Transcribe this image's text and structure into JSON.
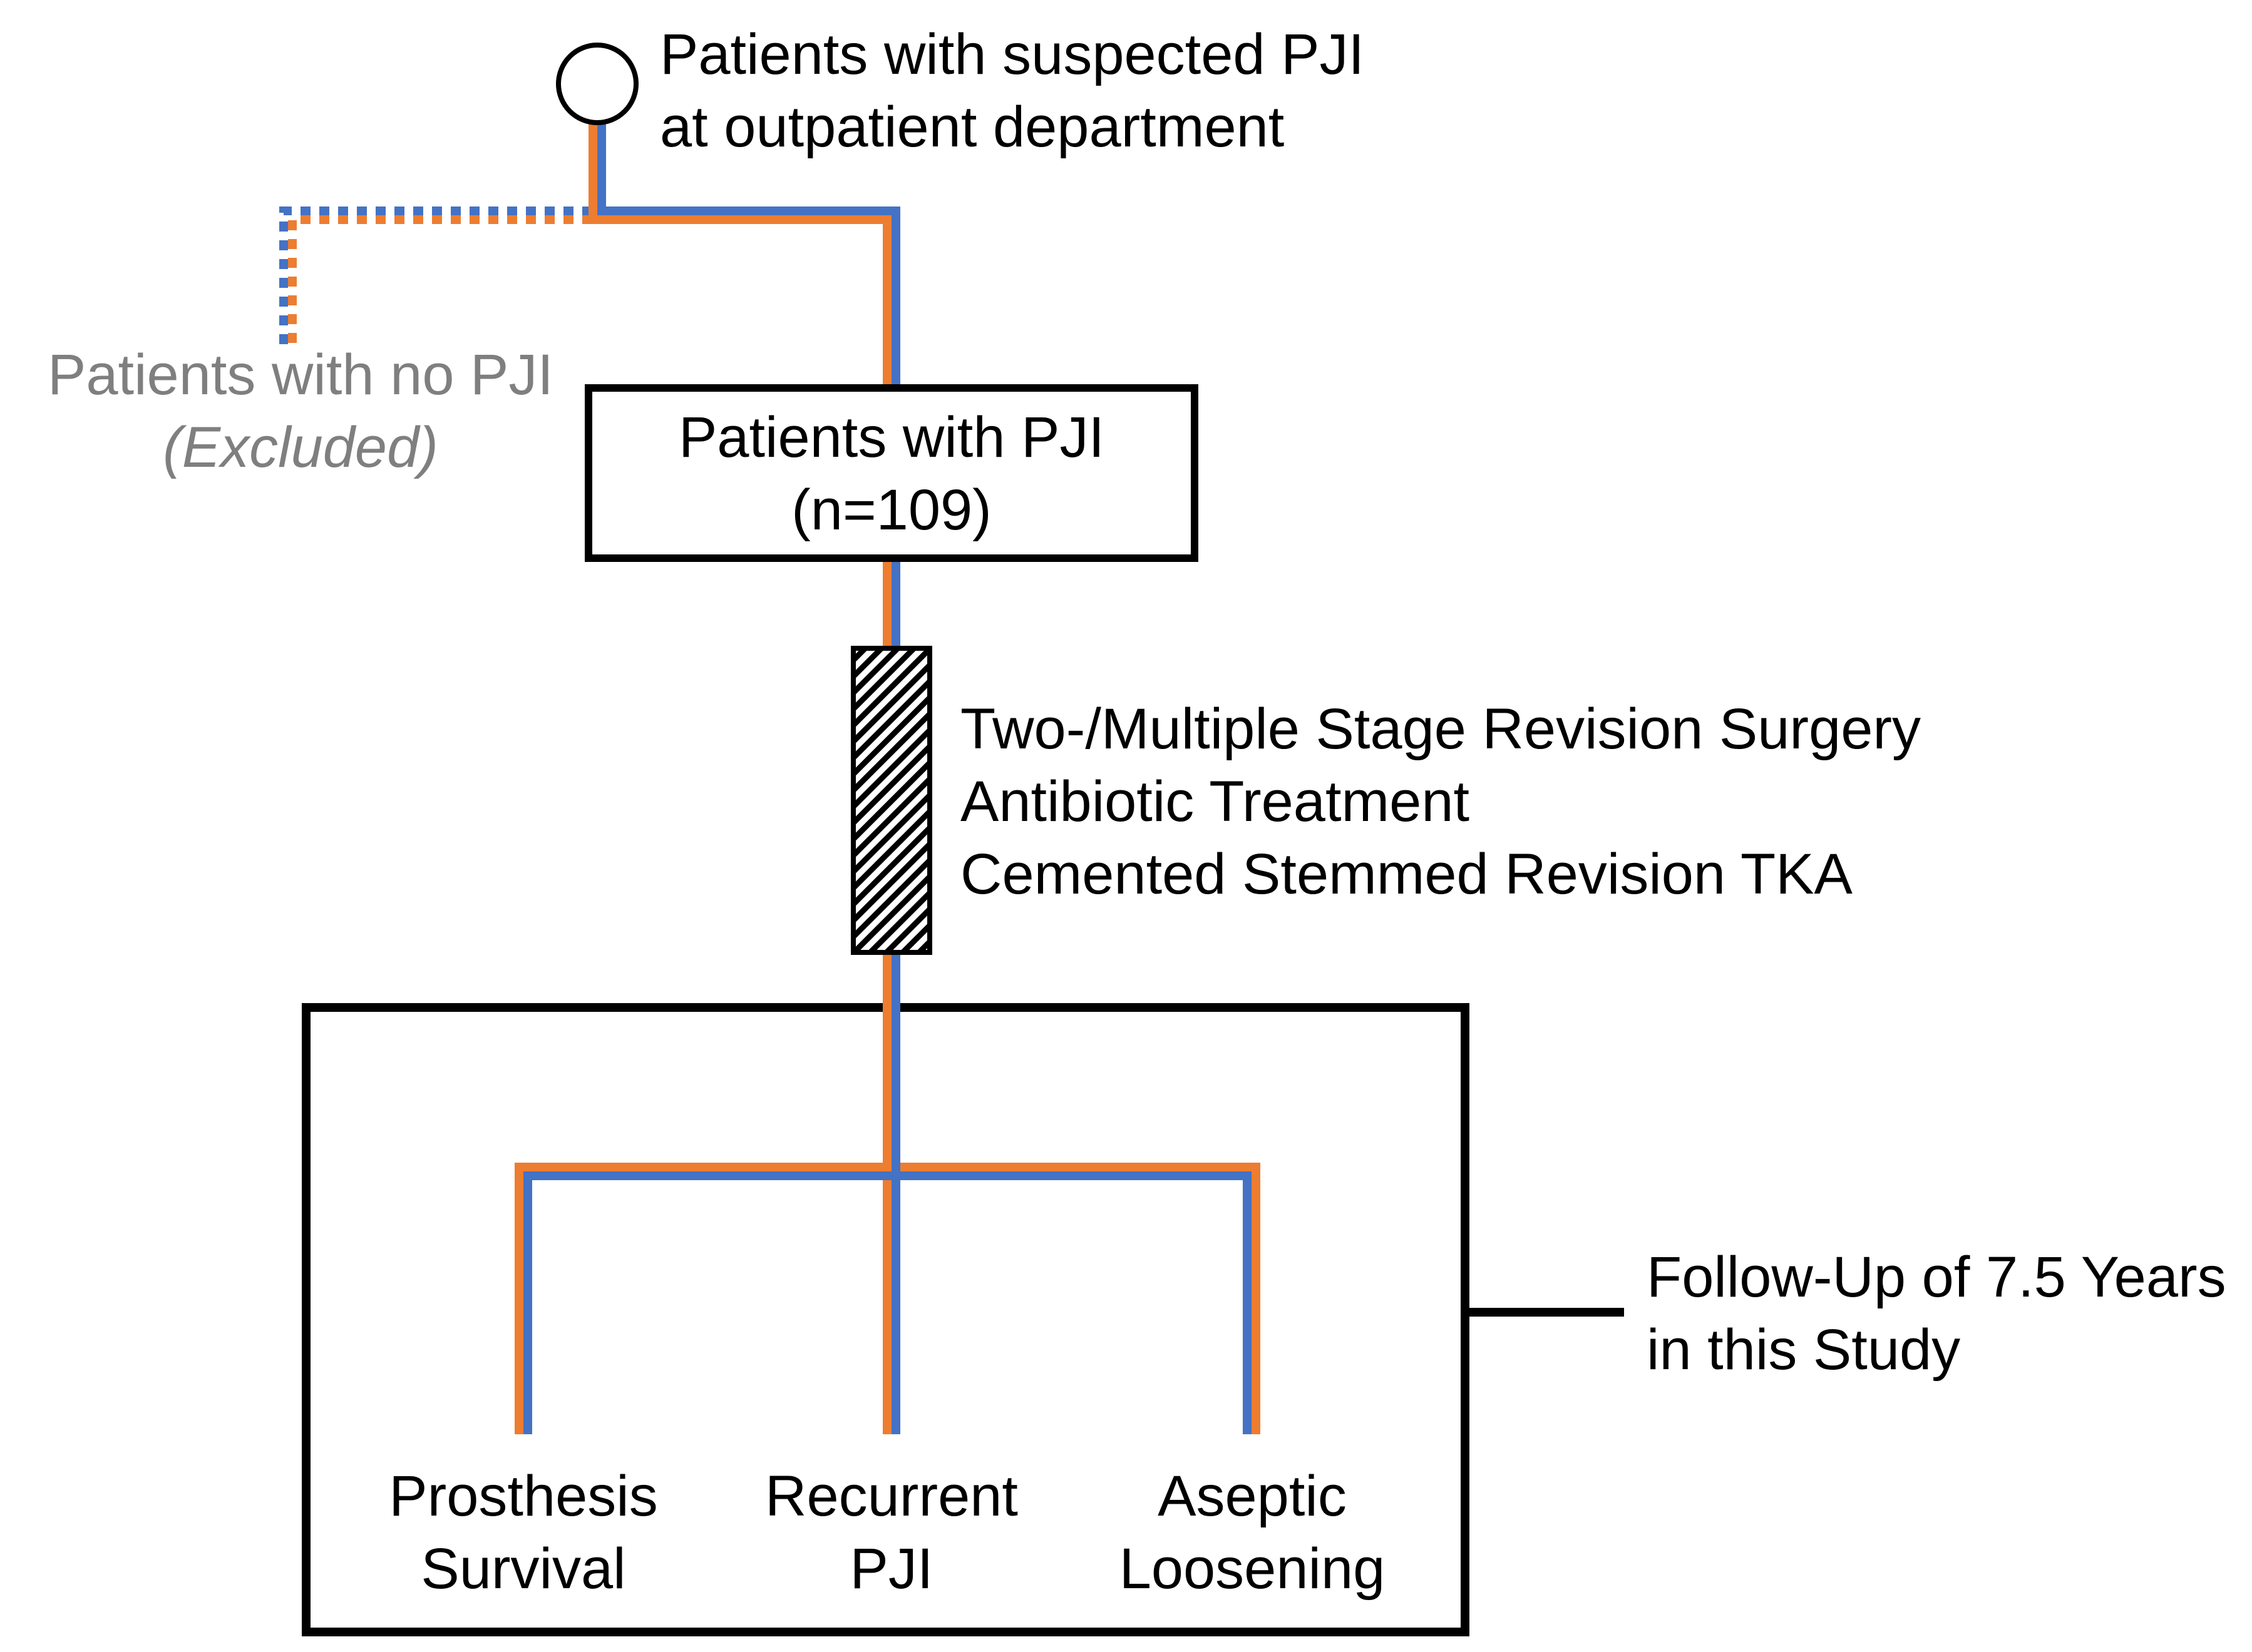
{
  "palette": {
    "orange": "#ED7D31",
    "blue": "#4472C4",
    "gray": "#7F7F7F",
    "black": "#000000",
    "background": "#FFFFFF"
  },
  "start": {
    "line1": "Patients with suspected PJI",
    "line2": "at outpatient department"
  },
  "excluded": {
    "line1": "Patients with no PJI",
    "line2": "(Excluded)"
  },
  "pji_box": {
    "line1": "Patients with PJI",
    "line2": "(n=109)"
  },
  "treatment": {
    "line1": "Two-/Multiple Stage Revision Surgery",
    "line2": "Antibiotic Treatment",
    "line3": "Cemented Stemmed Revision TKA"
  },
  "outcomes": [
    {
      "line1": "Prosthesis",
      "line2": "Survival"
    },
    {
      "line1": "Recurrent",
      "line2": "PJI"
    },
    {
      "line1": "Aseptic",
      "line2": "Loosening"
    }
  ],
  "followup": {
    "line1": "Follow-Up of 7.5 Years",
    "line2": "in this Study"
  }
}
